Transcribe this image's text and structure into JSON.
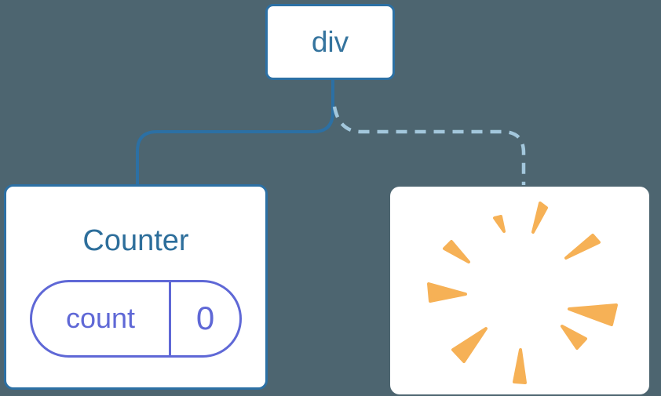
{
  "colors": {
    "background": "#4D6570",
    "card_bg": "#FFFFFF",
    "node_border": "#2C70A4",
    "node_text": "#35749E",
    "title_text": "#2D6E9B",
    "solid_line": "#2C70A4",
    "dashed_line": "#A3C7DC",
    "state_accent": "#5F68D6",
    "poof": "#F6B156"
  },
  "tree": {
    "root": {
      "label": "div"
    },
    "children": [
      {
        "type": "component",
        "title": "Counter",
        "link_style": "solid",
        "state": [
          {
            "key": "count",
            "value": "0"
          }
        ]
      },
      {
        "type": "destroyed",
        "icon": "poof-burst-icon",
        "link_style": "dashed"
      }
    ]
  }
}
